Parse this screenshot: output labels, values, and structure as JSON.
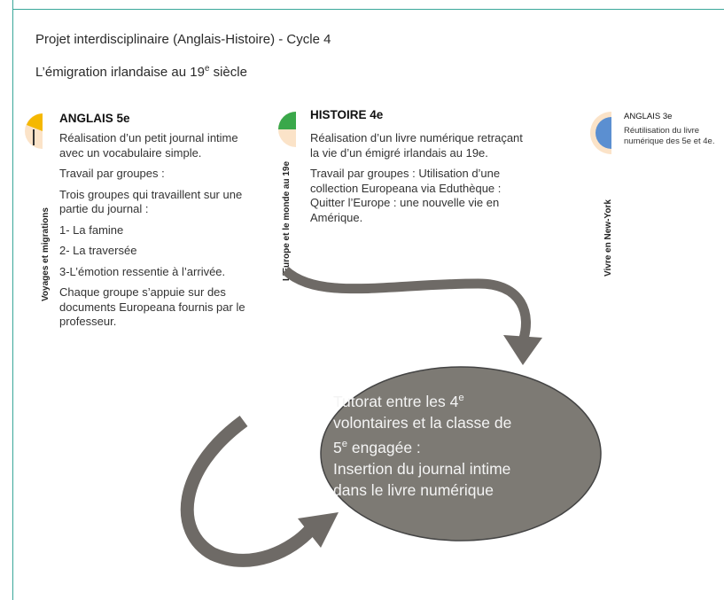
{
  "header": {
    "line1": "Projet interdisciplinaire (Anglais-Histoire) - Cycle 4",
    "line2_prefix": "L’émigration irlandaise au 19",
    "line2_sup": "e",
    "line2_suffix": " siècle"
  },
  "col1": {
    "vlabel": "Voyages et  migrations",
    "title": "ANGLAIS 5e",
    "paragraphs": [
      "Réalisation d’un petit journal intime avec un vocabulaire simple.",
      "Travail par groupes  :",
      "Trois groupes qui travaillent sur une partie du journal :",
      "1- La famine",
      "2- La traversée",
      "3-L’émotion ressentie à l’arrivée.",
      "Chaque groupe s’appuie sur des  documents Europeana fournis par le professeur."
    ],
    "icon": "pie-icon-yellow",
    "color": "#f5b800"
  },
  "col2": {
    "vlabel": "L’Europe et le monde au 19e",
    "title": "HISTOIRE 4e",
    "paragraphs": [
      "Réalisation d’un livre numérique retraçant la vie d’un émigré irlandais au 19e.",
      "Travail par groupes : Utilisation d’une collection Europeana via Eduthèque : Quitter l’Europe :  une nouvelle vie en Amérique."
    ],
    "icon": "pie-icon-green",
    "color": "#3aa84a"
  },
  "col3": {
    "vlabel": "Vivre en New-York",
    "title": "ANGLAIS 3e",
    "paragraph": "Réutilisation du livre numérique des 5e et 4e.",
    "icon": "pie-icon-blue",
    "color": "#5b8fd1"
  },
  "bubble": {
    "line1_prefix": "Tutorat entre les 4",
    "line1_sup": "e",
    "line2": "volontaires et la classe de",
    "line3_prefix": "5",
    "line3_sup": "e",
    "line3_suffix": " engagée :",
    "line4": "Insertion du journal intime",
    "line5": "dans le livre numérique",
    "fill": "#7d7a74"
  }
}
